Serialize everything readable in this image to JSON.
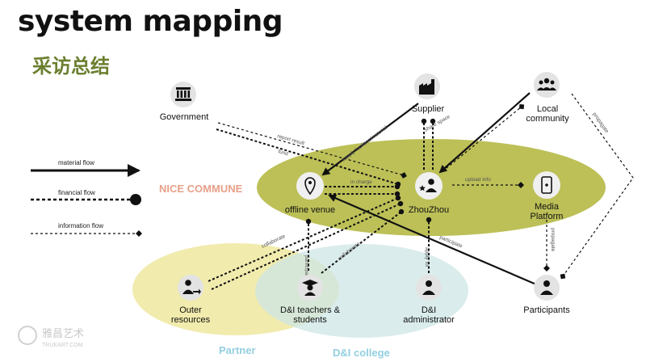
{
  "header": {
    "title": "system mapping",
    "subtitle": "采访总结"
  },
  "regions": {
    "nice_commune": "NICE COMMUNE",
    "partner": "Partner",
    "dni_college": "D&I college"
  },
  "legend": {
    "material": "material flow",
    "financial": "financial flow",
    "information": "information flow"
  },
  "nodes": {
    "government": "Government",
    "supplier": "Supplier",
    "local_community_1": "Local",
    "local_community_2": "community",
    "offline_venue": "offline venue",
    "zhouzhou": "ZhouZhou",
    "media_platform_1": "Media",
    "media_platform_2": "Platform",
    "outer_resources_1": "Outer",
    "outer_resources_2": "resources",
    "teachers_1": "D&I teachers &",
    "teachers_2": "students",
    "administrator_1": "D&I",
    "administrator_2": "administrator",
    "participants": "Participants"
  },
  "edge_labels": {
    "report_result": "report result",
    "fund": "fund",
    "supply": "supply facilities/material",
    "share_space": "share space",
    "in_charge": "in charge",
    "upload_info": "upload info",
    "propagate_1": "propagate",
    "propagate_2": "propagate",
    "participate": "participate",
    "collaborate_1": "collaborate",
    "collaborate_2": "collaborate",
    "participate_2": "participate",
    "apply_for": "apply for"
  },
  "watermark": {
    "line1": "雅昌艺术",
    "line2": "TRUEART.COM"
  },
  "colors": {
    "commune_fill": "#b8bd4e",
    "partner_fill": "#efe9a4",
    "college_fill": "#cde6e6",
    "commune_label": "#e8a089",
    "region_label": "#93cfe0",
    "subtitle": "#6b7f2f"
  },
  "icons": {
    "government": "government-building-icon",
    "supplier": "factory-icon",
    "local_community": "people-group-icon",
    "offline_venue": "location-pin-icon",
    "zhouzhou": "person-star-icon",
    "media_platform": "mobile-plus-icon",
    "outer_resources": "person-arrow-icon",
    "teachers": "graduate-icon",
    "administrator": "person-icon",
    "participants": "person-icon"
  }
}
